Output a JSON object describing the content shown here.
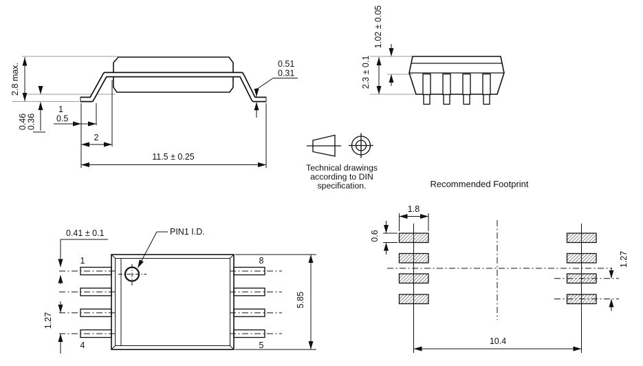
{
  "side_view": {
    "height": "2.8 max.",
    "standoff_max": "0.46",
    "standoff_min": "0.36",
    "foot_max": "1",
    "foot_min": "0.5",
    "shoulder": "2",
    "overall_length": "11.5 ± 0.25",
    "lead_thickness_max": "0.51",
    "lead_thickness_min": "0.31"
  },
  "end_view": {
    "top_to_lead": "1.02 ± 0.05",
    "body_height": "2.3 ± 0.1"
  },
  "projection_note": {
    "line1": "Technical drawings",
    "line2": "according to DIN",
    "line3": "specification."
  },
  "footprint_title": "Recommended Footprint",
  "top_view": {
    "pin1_id": "PIN1 I.D.",
    "lead_width": "0.41 ± 0.1",
    "pitch": "1.27",
    "body_width": "5.85",
    "pin1": "1",
    "pin4": "4",
    "pin8": "8",
    "pin5": "5"
  },
  "footprint": {
    "pad_width": "1.8",
    "pad_height": "0.6",
    "pitch": "1.27",
    "pad_span": "10.4"
  },
  "colors": {
    "ink": "#111111",
    "thin_line": "#999999",
    "background": "#ffffff"
  }
}
